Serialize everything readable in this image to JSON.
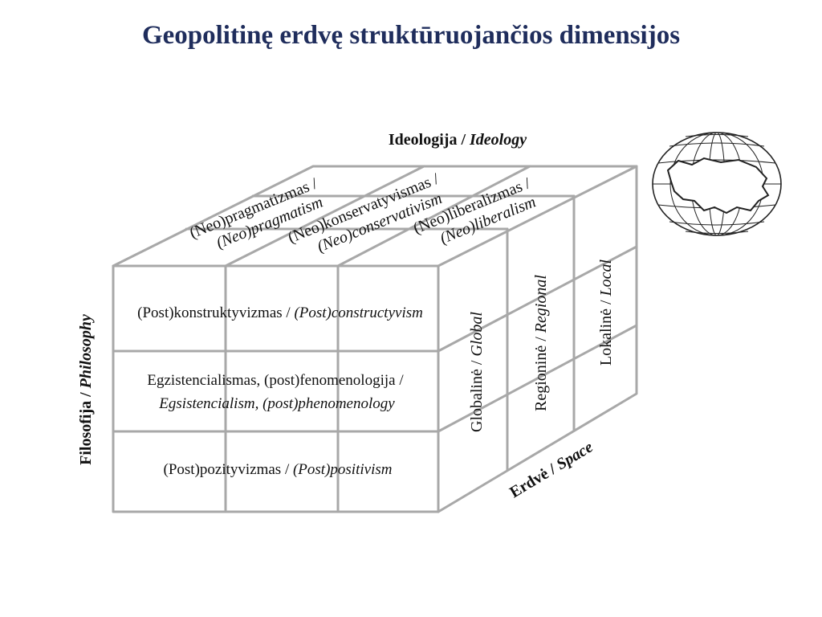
{
  "title": "Geopolitinę erdvę struktūruojančios dimensijos",
  "axes": {
    "ideology": {
      "lt": "Ideologija / ",
      "en": "Ideology"
    },
    "philosophy": {
      "lt": "Filosofija / ",
      "en": "Philosophy"
    },
    "space": {
      "lt": "Erdvė / ",
      "en": "Space"
    }
  },
  "ideologies": [
    {
      "lt": "(Neo)pragmatizmas /",
      "en": "(Neo)pragmatism"
    },
    {
      "lt": "(Neo)konservatyvismas /",
      "en": "(Neo)conservativism"
    },
    {
      "lt": "(Neo)liberalizmas /",
      "en": "(Neo)liberalism"
    }
  ],
  "philosophies": [
    {
      "lt": "(Post)konstruktyvizmas / ",
      "en": "(Post)constructyvism"
    },
    {
      "lt": "Egzistencialismas, (post)fenomenologija /",
      "en": "Egsistencialism, (post)phenomenology"
    },
    {
      "lt": "(Post)pozityvizmas / ",
      "en": "(Post)positivism"
    }
  ],
  "spaces": [
    {
      "lt": "Globalinė / ",
      "en": "Global"
    },
    {
      "lt": "Regioninė / ",
      "en": "Regional"
    },
    {
      "lt": "Lokalinė / ",
      "en": "Local"
    }
  ],
  "colors": {
    "title": "#1f2d5c",
    "edges": "#a8a8a8",
    "text": "#111111"
  },
  "icons": {
    "globe": "globe-with-lithuania-map-icon"
  }
}
